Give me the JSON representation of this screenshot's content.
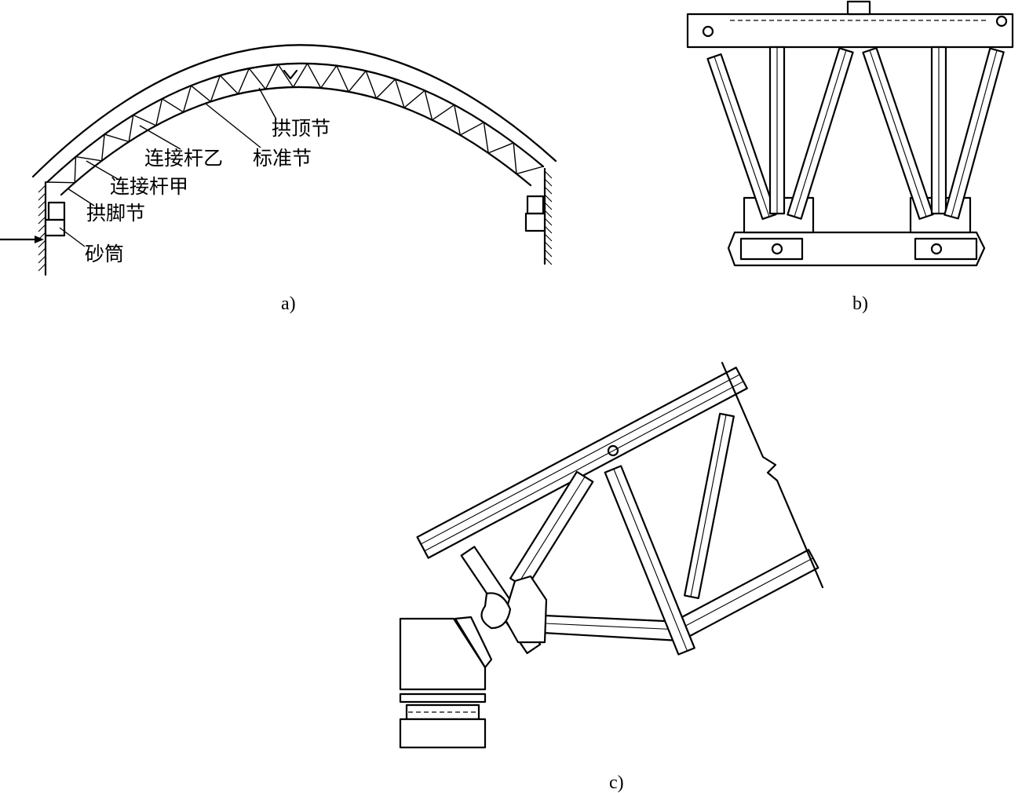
{
  "figure_a": {
    "caption": "a)",
    "labels": {
      "crown_section": "拱顶节",
      "standard_section": "标准节",
      "connecting_rod_b": "连接杆乙",
      "connecting_rod_a": "连接杆甲",
      "springing_section": "拱脚节",
      "sand_cylinder": "砂筒"
    }
  },
  "figure_b": {
    "caption": "b)"
  },
  "figure_c": {
    "caption": "c)"
  }
}
